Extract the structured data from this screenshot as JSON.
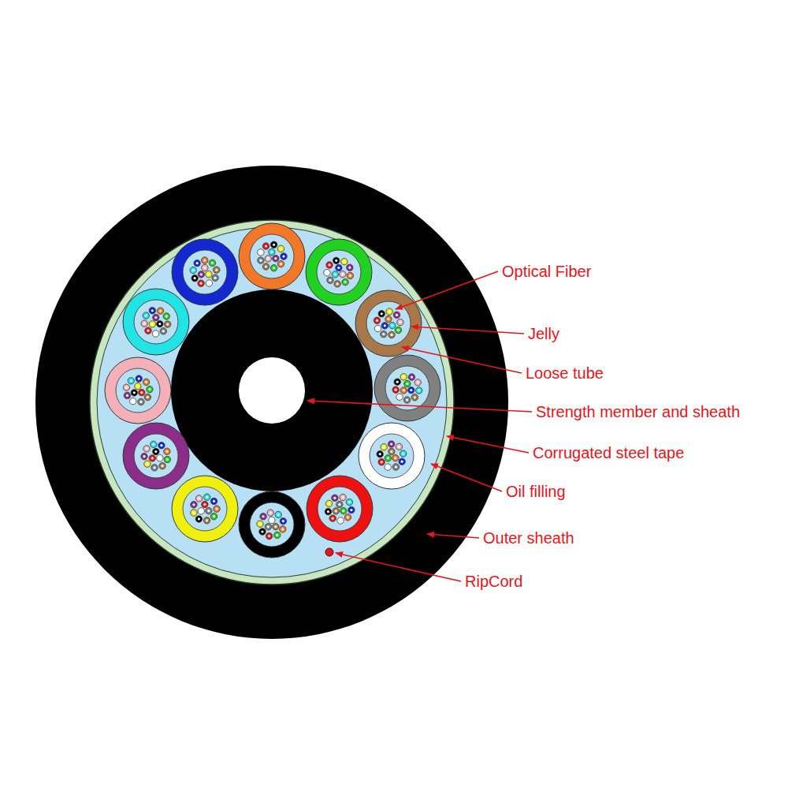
{
  "diagram": {
    "labels": [
      "Optical Fiber",
      "Jelly",
      "Loose tube",
      "Strength member and sheath",
      "Corrugated steel tape",
      "Oil filling",
      "Outer sheath",
      "RipCord"
    ]
  }
}
